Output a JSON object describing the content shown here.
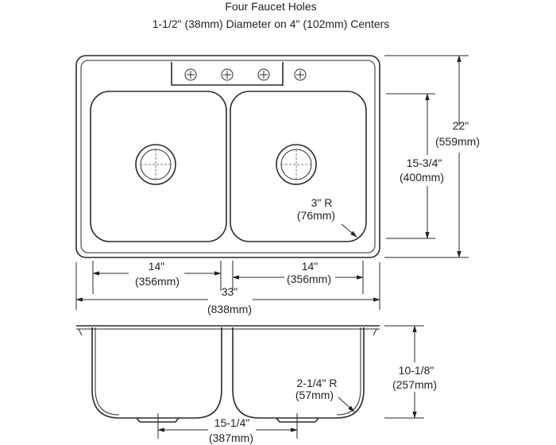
{
  "header": {
    "title": "Four Faucet Holes",
    "subtitle": "1-1/2\" (38mm) Diameter on 4\" (102mm) Centers"
  },
  "top_view": {
    "overall_depth": {
      "inch": "22\"",
      "mm": "(559mm)"
    },
    "bowl_front_back": {
      "inch": "15-3/4\"",
      "mm": "(400mm)"
    },
    "corner_radius": {
      "inch": "3\" R",
      "mm": "(76mm)"
    },
    "left_bowl_width": {
      "inch": "14\"",
      "mm": "(356mm)"
    },
    "right_bowl_width": {
      "inch": "14\"",
      "mm": "(356mm)"
    },
    "overall_width": {
      "inch": "33\"",
      "mm": "(838mm)"
    }
  },
  "side_view": {
    "bowl_depth": {
      "inch": "10-1/8\"",
      "mm": "(257mm)"
    },
    "bottom_radius": {
      "inch": "2-1/4\" R",
      "mm": "(57mm)"
    },
    "drain_centers": {
      "inch": "15-1/4\"",
      "mm": "(387mm)"
    }
  }
}
